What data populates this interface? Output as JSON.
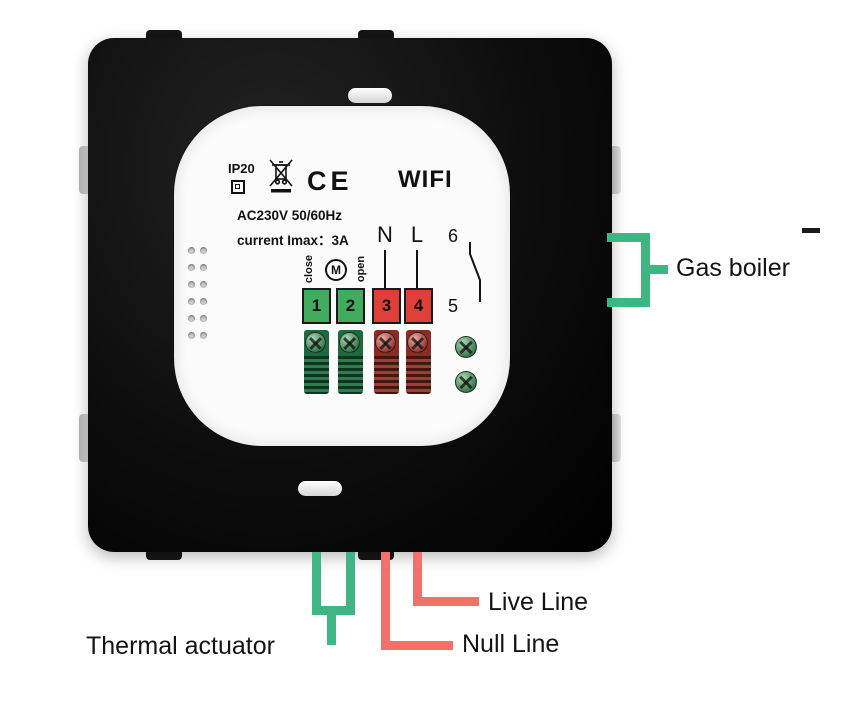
{
  "device": {
    "ip_rating": "IP20",
    "ce_mark": "CE",
    "wifi_label": "WIFI",
    "voltage": "AC230V 50/60Hz",
    "current": "current Imax：3A",
    "terminals": {
      "close_label": "close",
      "open_label": "open",
      "motor_label": "M",
      "neutral_label": "N",
      "live_label": "L",
      "numbers": [
        "1",
        "2",
        "3",
        "4"
      ],
      "boiler_top": "6",
      "boiler_bottom": "5"
    }
  },
  "annotations": {
    "gas_boiler": "Gas boiler",
    "live_line": "Live Line",
    "null_line": "Null Line",
    "thermal_actuator": "Thermal actuator"
  },
  "colors": {
    "wire_green": "#3eb583",
    "wire_red": "#f3706b",
    "terminal_green": "#41ab5e",
    "terminal_red": "#de4037"
  }
}
